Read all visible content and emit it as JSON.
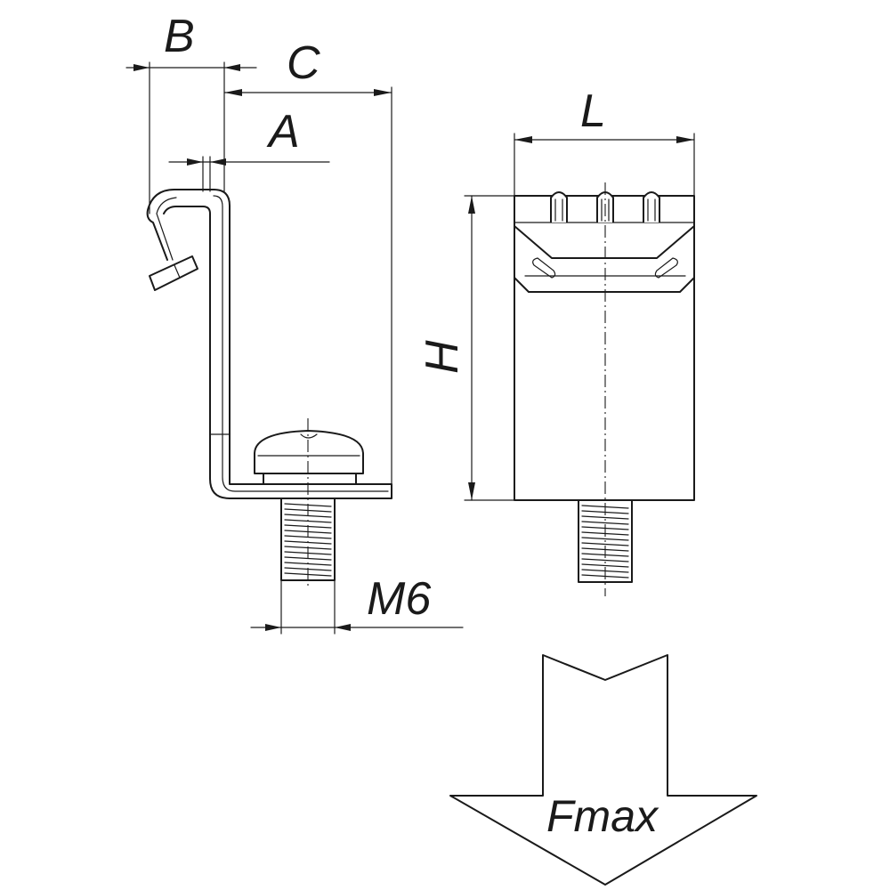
{
  "dimensions": {
    "b": "B",
    "c": "C",
    "a": "A",
    "l": "L",
    "h": "H",
    "thread": "M6"
  },
  "force": {
    "label": "Fmax"
  }
}
